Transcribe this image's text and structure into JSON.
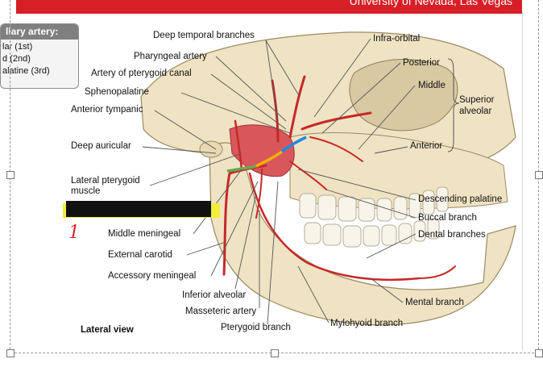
{
  "banner_text": "University of Nevada, Las Vegas",
  "legend": {
    "title": "llary artery:",
    "items": [
      "lar (1st)",
      "d (2nd)",
      "alatine (3rd)"
    ]
  },
  "labels": {
    "deep_temporal": "Deep temporal branches",
    "infra_orbital": "Infra-orbital",
    "pharyngeal": "Pharyngeal artery",
    "pterygoid_canal": "Artery of pterygoid canal",
    "posterior": "Posterior",
    "middle": "Middle",
    "superior": "Superior",
    "alveolar": "alveolar",
    "sphenopalatine": "Sphenopalatine",
    "anterior_tympanic": "Anterior tympanic",
    "deep_auricular": "Deep auricular",
    "anterior": "Anterior",
    "lateral_pterygoid": "Lateral pterygoid",
    "muscle": "muscle",
    "descending_palatine": "Descending palatine",
    "buccal_branch": "Buccal branch",
    "middle_meningeal": "Middle meningeal",
    "dental_branches": "Dental branches",
    "external_carotid": "External carotid",
    "accessory_meningeal": "Accessory meningeal",
    "inferior_alveolar": "Inferior alveolar",
    "mental_branch": "Mental branch",
    "masseteric": "Masseteric artery",
    "mylohyoid": "Mylohyoid branch",
    "pterygoid_branch": "Pterygoid branch",
    "lateral_view": "Lateral view"
  },
  "handwritten_mark": "1",
  "colors": {
    "banner": "#d61f26",
    "highlight": "#f2ee3a",
    "redaction": "#111111",
    "bone": "#efe3c4",
    "artery": "#c62828",
    "muscle": "#d9575b",
    "teeth": "#f7f4ea"
  }
}
